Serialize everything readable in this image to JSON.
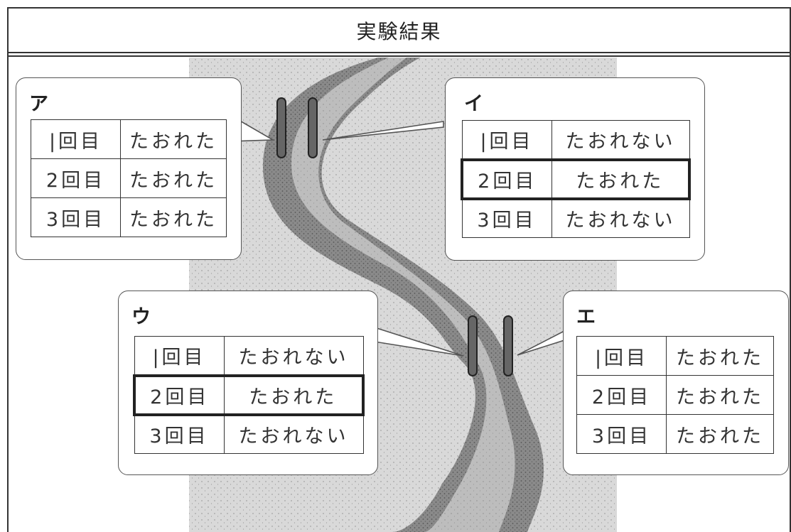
{
  "title": "実験結果",
  "results": [
    {
      "label": "ア",
      "rows": [
        {
          "trial": "|回目",
          "result": "たおれた",
          "highlight": false
        },
        {
          "trial": "2回目",
          "result": "たおれた",
          "highlight": false
        },
        {
          "trial": "3回目",
          "result": "たおれた",
          "highlight": false
        }
      ]
    },
    {
      "label": "イ",
      "rows": [
        {
          "trial": "|回目",
          "result": "たおれない",
          "highlight": false
        },
        {
          "trial": "2回目",
          "result": "たおれた",
          "highlight": true
        },
        {
          "trial": "3回目",
          "result": "たおれない",
          "highlight": false
        }
      ]
    },
    {
      "label": "ウ",
      "rows": [
        {
          "trial": "|回目",
          "result": "たおれない",
          "highlight": false
        },
        {
          "trial": "2回目",
          "result": "たおれた",
          "highlight": true
        },
        {
          "trial": "3回目",
          "result": "たおれない",
          "highlight": false
        }
      ]
    },
    {
      "label": "エ",
      "rows": [
        {
          "trial": "|回目",
          "result": "たおれた",
          "highlight": false
        },
        {
          "trial": "2回目",
          "result": "たおれた",
          "highlight": false
        },
        {
          "trial": "3回目",
          "result": "たおれた",
          "highlight": false
        }
      ]
    }
  ],
  "colors": {
    "background_strip": "#d9d9d9",
    "bank": "#8a8a8a",
    "water": "#bdbdbd",
    "stick": "#666666"
  }
}
